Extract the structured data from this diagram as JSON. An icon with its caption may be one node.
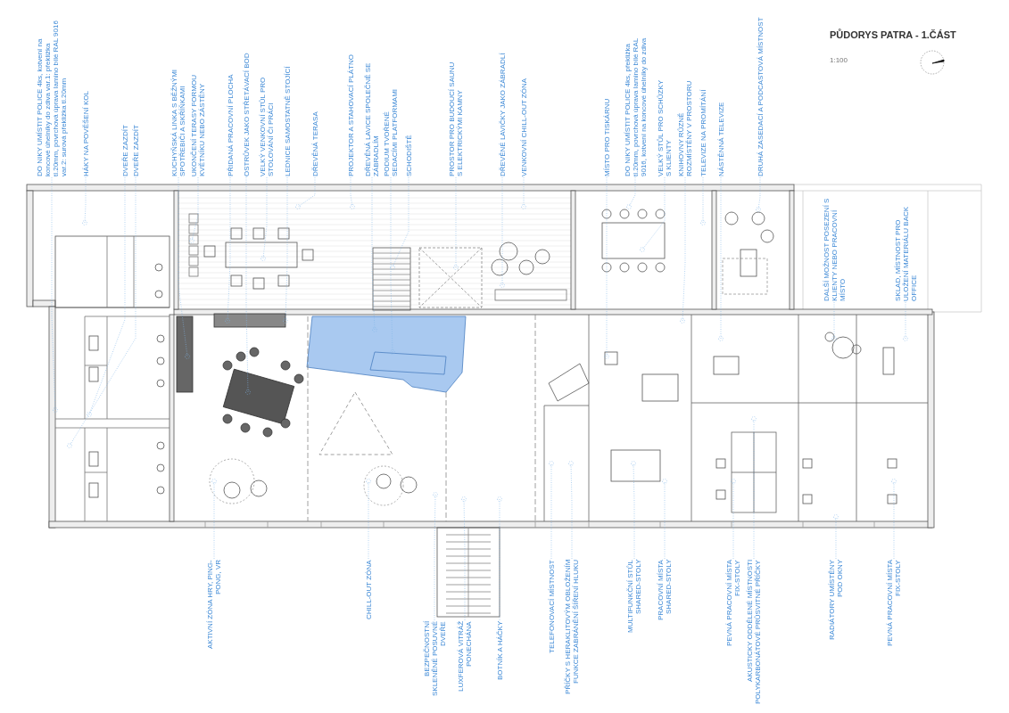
{
  "diagram": {
    "title": "PŮDORYS PATRA - 1.ČÁST",
    "nodes": [
      {
        "text": [
          "DO NIKY UMÍSTIT POLICE 4ks, kotvení na koncové úhelníky do zdiva var.1: překližka tl.20mm, povrchová úprava lamino bílé RAL 9016 var.2: surová překližka tl.20mm"
        ]
      },
      {
        "text": [
          "HÁKY NA POVĚŠENÍ KOL"
        ]
      },
      {
        "text": [
          "DVEŘE ZAZDÍT"
        ]
      },
      {
        "text": [
          "DVEŘE ZAZDÍT"
        ]
      },
      {
        "text": [
          "KUCHYŇSKÁ LINKA S BĚŽNÝMI SPOTŘEBIČI A SKŘÍŇKAMI"
        ]
      },
      {
        "text": [
          "UKONČENÍ TERASY FORMOU KVĚTNÍKU NEBO ZÁSTĚNY"
        ]
      },
      {
        "text": [
          "PŘIDANÁ PRACOVNÍ PLOCHA"
        ]
      },
      {
        "text": [
          "OSTRŮVEK JAKO STŘETÁVACÍ BOD"
        ]
      },
      {
        "text": [
          "VELKÝ VENKOVNÍ STŮL PRO STOLOVÁNÍ ČI PRÁCI"
        ]
      },
      {
        "text": [
          "LEDNICE SAMOSTATNĚ STOJÍCÍ"
        ]
      },
      {
        "text": [
          "DŘEVĚNÁ TERASA"
        ]
      },
      {
        "text": [
          "PROJEKTOR A STAHOVACÍ PLÁTNO"
        ]
      },
      {
        "text": [
          "DŘEVĚNÁ LAVICE SPOLEČNĚ SE ZÁBRADLÍM"
        ]
      },
      {
        "text": [
          "PODIUM TVOŘENÉ SEDACÍMI PLATFORMAMI"
        ]
      },
      {
        "text": [
          "SCHODIŠTĚ"
        ]
      },
      {
        "text": [
          "PROSTOR PRO BUDOUCÍ SAUNU S ELEKTRICKÝMI KAMNY"
        ]
      },
      {
        "text": [
          "DŘEVĚNÉ LAVIČKY JAKO ZÁBRADLÍ"
        ]
      },
      {
        "text": [
          "VENKOVNÍ CHILL-OUT ZÓNA"
        ]
      },
      {
        "text": [
          "MÍSTO PRO TISKÁRNU"
        ]
      },
      {
        "text": [
          "DO NIKY UMÍSTIT POLICE 4ks, překližka tl.20mm, povrchová úprava lamino bílé RAL 9016, kotvení na koncové úhelníky do zdiva"
        ]
      },
      {
        "text": [
          "VELKÝ STŮL PRO SCHŮZKY S KLIENTY"
        ]
      },
      {
        "text": [
          "KNIHOVNY RŮZNĚ ROZMÍSTĚNY V PROSTORU"
        ]
      },
      {
        "text": [
          "TELEVIZE NA PROMÍTÁNÍ"
        ]
      },
      {
        "text": [
          "NÁSTĚNNÁ TELEVIZE"
        ]
      },
      {
        "text": [
          "DRUHÁ ZASEDACÍ A PODCASTOVÁ MÍSTNOST"
        ]
      },
      {
        "text": [
          "DALŠÍ MOŽNOST POSEZENÍ S KLIENTY NEBO PRACOVNÍ MÍSTO"
        ]
      },
      {
        "text": [
          "SKLAD, MÍSTNOST PRO ULOŽENÍ MATERIÁLU BACK OFFICE"
        ]
      },
      {
        "text": [
          "AKTIVNÍ ZÓNA HRY, PING-PONG, VR"
        ]
      },
      {
        "text": [
          "CHILL-OUT ZÓNA"
        ]
      },
      {
        "text": [
          "BEZPEČNOSTNÍ SKLENĚNÉ POSUVNÉ DVEŘE"
        ]
      },
      {
        "text": [
          "LUXFEROVÁ VITRÁŽ PONECHÁNA"
        ]
      },
      {
        "text": [
          "BOTNÍK A HÁČKY"
        ]
      },
      {
        "text": [
          "TELEFONOVACÍ MÍSTNOST"
        ]
      },
      {
        "text": [
          "PŘÍČKY S HERAKLITOVÝM OBLOŽENÍM FUNKCE ZABRÁNĚNÍ ŠÍŘENÍ HLUKU"
        ]
      },
      {
        "text": [
          "MULTIFUNKČNÍ STŮL SHARED-STOLY"
        ]
      },
      {
        "text": [
          "PRACOVNÍ MÍSTA SHARED-STOLY"
        ]
      },
      {
        "text": [
          "PEVNÁ PRACOVNÍ MÍSTA FIX-STOLY"
        ]
      },
      {
        "text": [
          "AKUSTICKY ODDĚLENÉ MÍSTNOSTI POLYKARBONÁTOVÉ PRŮSVITNÉ PŘÍČKY"
        ]
      },
      {
        "text": [
          "RADIÁTORY UMÍSTĚNY POD OKNY"
        ]
      },
      {
        "text": [
          "PEVNÁ PRACOVNÍ MÍSTA FIX-STOLY"
        ]
      }
    ],
    "edges": [
      {
        "from": 0,
        "to": null,
        "arrow": "none"
      },
      {
        "from": 1,
        "to": null,
        "arrow": "none"
      },
      {
        "from": 2,
        "to": null,
        "arrow": "none"
      },
      {
        "from": 3,
        "to": null,
        "arrow": "none"
      },
      {
        "from": 4,
        "to": null,
        "arrow": "none"
      },
      {
        "from": 5,
        "to": null,
        "arrow": "none"
      },
      {
        "from": 6,
        "to": null,
        "arrow": "none"
      },
      {
        "from": 7,
        "to": null,
        "arrow": "none"
      },
      {
        "from": 8,
        "to": null,
        "arrow": "none"
      },
      {
        "from": 9,
        "to": null,
        "arrow": "none"
      },
      {
        "from": 10,
        "to": null,
        "arrow": "none"
      },
      {
        "from": 11,
        "to": null,
        "arrow": "none"
      },
      {
        "from": 12,
        "to": null,
        "arrow": "none"
      },
      {
        "from": 13,
        "to": null,
        "arrow": "none"
      },
      {
        "from": 14,
        "to": null,
        "arrow": "none"
      },
      {
        "from": 15,
        "to": null,
        "arrow": "none"
      },
      {
        "from": 16,
        "to": null,
        "arrow": "none"
      },
      {
        "from": 17,
        "to": null,
        "arrow": "none"
      },
      {
        "from": 18,
        "to": null,
        "arrow": "none"
      },
      {
        "from": 19,
        "to": null,
        "arrow": "none"
      },
      {
        "from": 20,
        "to": null,
        "arrow": "none"
      },
      {
        "from": 21,
        "to": null,
        "arrow": "none"
      },
      {
        "from": 22,
        "to": null,
        "arrow": "none"
      },
      {
        "from": 23,
        "to": null,
        "arrow": "none"
      },
      {
        "from": 24,
        "to": null,
        "arrow": "none"
      },
      {
        "from": 25,
        "to": null,
        "arrow": "none"
      },
      {
        "from": 26,
        "to": null,
        "arrow": "none"
      },
      {
        "from": 27,
        "to": null,
        "arrow": "none"
      },
      {
        "from": 28,
        "to": null,
        "arrow": "none"
      },
      {
        "from": 29,
        "to": null,
        "arrow": "none"
      },
      {
        "from": 30,
        "to": null,
        "arrow": "none"
      },
      {
        "from": 31,
        "to": null,
        "arrow": "none"
      },
      {
        "from": 32,
        "to": null,
        "arrow": "none"
      },
      {
        "from": 33,
        "to": null,
        "arrow": "none"
      },
      {
        "from": 34,
        "to": null,
        "arrow": "none"
      },
      {
        "from": 35,
        "to": null,
        "arrow": "none"
      },
      {
        "from": 36,
        "to": null,
        "arrow": "none"
      },
      {
        "from": 37,
        "to": null,
        "arrow": "none"
      },
      {
        "from": 38,
        "to": null,
        "arrow": "none"
      },
      {
        "from": 39,
        "to": null,
        "arrow": "none"
      }
    ],
    "labels": [
      "1:100"
    ]
  }
}
